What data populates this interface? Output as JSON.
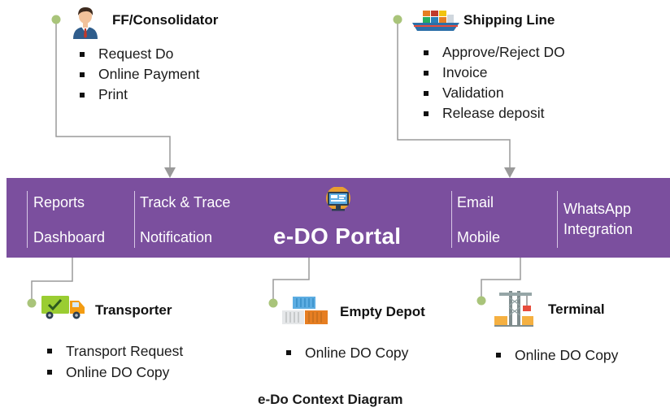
{
  "diagram_title": "e-Do Context Diagram",
  "colors": {
    "portal_bg": "#7b4f9e",
    "connector": "#9a9a9a",
    "node_dot": "#a9c47a",
    "divider": "#d8c8e6"
  },
  "actors": {
    "ff_consolidator": {
      "title": "FF/Consolidator",
      "icon": "businessman-icon",
      "items": [
        "Request Do",
        "Online Payment",
        "Print"
      ]
    },
    "shipping_line": {
      "title": "Shipping Line",
      "icon": "container-ship-icon",
      "items": [
        "Approve/Reject DO",
        "Invoice",
        "Validation",
        "Release deposit"
      ]
    },
    "transporter": {
      "title": "Transporter",
      "icon": "delivery-truck-icon",
      "items": [
        "Transport Request",
        "Online DO Copy"
      ]
    },
    "empty_depot": {
      "title": "Empty Depot",
      "icon": "shipping-containers-icon",
      "items": [
        "Online DO Copy"
      ]
    },
    "terminal": {
      "title": "Terminal",
      "icon": "port-crane-icon",
      "items": [
        "Online DO Copy"
      ]
    }
  },
  "portal": {
    "title": "e-DO Portal",
    "icon": "computer-screen-icon",
    "features": {
      "reports": "Reports",
      "dashboard": "Dashboard",
      "track_trace": "Track & Trace",
      "notification": "Notification",
      "email": "Email",
      "mobile": "Mobile",
      "whatsapp_line1": "WhatsApp",
      "whatsapp_line2": "Integration"
    }
  }
}
